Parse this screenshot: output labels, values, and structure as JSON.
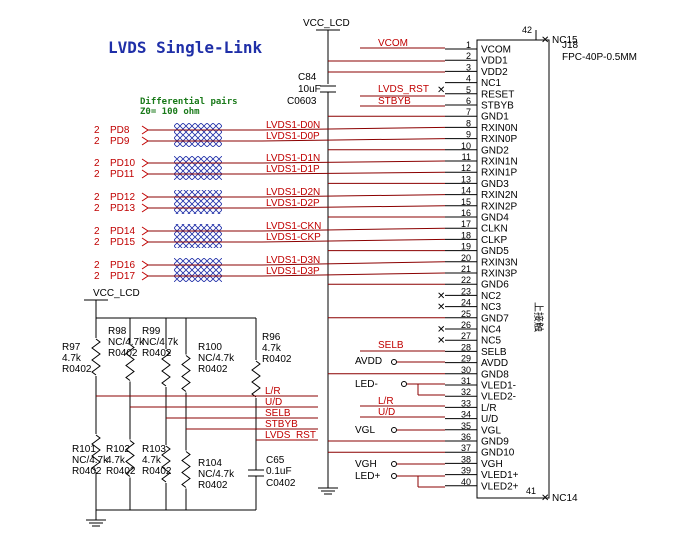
{
  "title": "LVDS Single-Link",
  "note": {
    "line1": "Differential pairs",
    "line2": "Z0= 100 ohm"
  },
  "power": {
    "vcc_top": "VCC_LCD",
    "vcc_left": "VCC_LCD"
  },
  "connector": {
    "ref": "J18",
    "part": "FPC-40P-0.5MM",
    "vertical_label": "上接触",
    "nc_top_num": "42",
    "nc_top_label": "NC15",
    "nc_bottom_num": "41",
    "nc_bottom_label": "NC14",
    "pins": [
      {
        "num": "1",
        "name": "VCOM"
      },
      {
        "num": "2",
        "name": "VDD1"
      },
      {
        "num": "3",
        "name": "VDD2"
      },
      {
        "num": "4",
        "name": "NC1"
      },
      {
        "num": "5",
        "name": "RESET"
      },
      {
        "num": "6",
        "name": "STBYB"
      },
      {
        "num": "7",
        "name": "GND1"
      },
      {
        "num": "8",
        "name": "RXIN0N"
      },
      {
        "num": "9",
        "name": "RXIN0P"
      },
      {
        "num": "10",
        "name": "GND2"
      },
      {
        "num": "11",
        "name": "RXIN1N"
      },
      {
        "num": "12",
        "name": "RXIN1P"
      },
      {
        "num": "13",
        "name": "GND3"
      },
      {
        "num": "14",
        "name": "RXIN2N"
      },
      {
        "num": "15",
        "name": "RXIN2P"
      },
      {
        "num": "16",
        "name": "GND4"
      },
      {
        "num": "17",
        "name": "CLKN"
      },
      {
        "num": "18",
        "name": "CLKP"
      },
      {
        "num": "19",
        "name": "GND5"
      },
      {
        "num": "20",
        "name": "RXIN3N"
      },
      {
        "num": "21",
        "name": "RXIN3P"
      },
      {
        "num": "22",
        "name": "GND6"
      },
      {
        "num": "23",
        "name": "NC2"
      },
      {
        "num": "24",
        "name": "NC3"
      },
      {
        "num": "25",
        "name": "GND7"
      },
      {
        "num": "26",
        "name": "NC4"
      },
      {
        "num": "27",
        "name": "NC5"
      },
      {
        "num": "28",
        "name": "SELB"
      },
      {
        "num": "29",
        "name": "AVDD"
      },
      {
        "num": "30",
        "name": "GND8"
      },
      {
        "num": "31",
        "name": "VLED1-"
      },
      {
        "num": "32",
        "name": "VLED2-"
      },
      {
        "num": "33",
        "name": "L/R"
      },
      {
        "num": "34",
        "name": "U/D"
      },
      {
        "num": "35",
        "name": "VGL"
      },
      {
        "num": "36",
        "name": "GND9"
      },
      {
        "num": "37",
        "name": "GND10"
      },
      {
        "num": "38",
        "name": "VGH"
      },
      {
        "num": "39",
        "name": "VLED1+"
      },
      {
        "num": "40",
        "name": "VLED2+"
      }
    ]
  },
  "nets": {
    "vcom": "VCOM",
    "lvds_rst": "LVDS_RST",
    "stbyb": "STBYB",
    "d0n": "LVDS1-D0N",
    "d0p": "LVDS1-D0P",
    "d1n": "LVDS1-D1N",
    "d1p": "LVDS1-D1P",
    "d2n": "LVDS1-D2N",
    "d2p": "LVDS1-D2P",
    "ckn": "LVDS1-CKN",
    "ckp": "LVDS1-CKP",
    "d3n": "LVDS1-D3N",
    "d3p": "LVDS1-D3P",
    "selb": "SELB",
    "avdd": "AVDD",
    "led_minus": "LED-",
    "lr": "L/R",
    "ud": "U/D",
    "vgl": "VGL",
    "vgh": "VGH",
    "led_plus": "LED+"
  },
  "ports": [
    {
      "num": "2",
      "name": "PD8"
    },
    {
      "num": "2",
      "name": "PD9"
    },
    {
      "num": "2",
      "name": "PD10"
    },
    {
      "num": "2",
      "name": "PD11"
    },
    {
      "num": "2",
      "name": "PD12"
    },
    {
      "num": "2",
      "name": "PD13"
    },
    {
      "num": "2",
      "name": "PD14"
    },
    {
      "num": "2",
      "name": "PD15"
    },
    {
      "num": "2",
      "name": "PD16"
    },
    {
      "num": "2",
      "name": "PD17"
    }
  ],
  "components": {
    "c64": {
      "ref": "C84",
      "value": "10uF",
      "pkg": "C0603"
    },
    "c65": {
      "ref": "C65",
      "value": "0.1uF",
      "pkg": "C0402"
    },
    "r97": {
      "ref": "R97",
      "value": "4.7k",
      "pkg": "R0402"
    },
    "r98": {
      "ref": "R98",
      "value": "NC/4.7k",
      "pkg": "R0402"
    },
    "r99": {
      "ref": "R99",
      "value": "NC/4.7k",
      "pkg": "R0402"
    },
    "r100": {
      "ref": "R100",
      "value": "NC/4.7k",
      "pkg": "R0402"
    },
    "r96": {
      "ref": "R96",
      "value": "4.7k",
      "pkg": "R0402"
    },
    "r101": {
      "ref": "R101",
      "value": "NC/4.7k",
      "pkg": "R0402"
    },
    "r102": {
      "ref": "R102",
      "value": "4.7k",
      "pkg": "R0402"
    },
    "r103": {
      "ref": "R103",
      "value": "4.7k",
      "pkg": "R0402"
    },
    "r104": {
      "ref": "R104",
      "value": "NC/4.7k",
      "pkg": "R0402"
    }
  }
}
